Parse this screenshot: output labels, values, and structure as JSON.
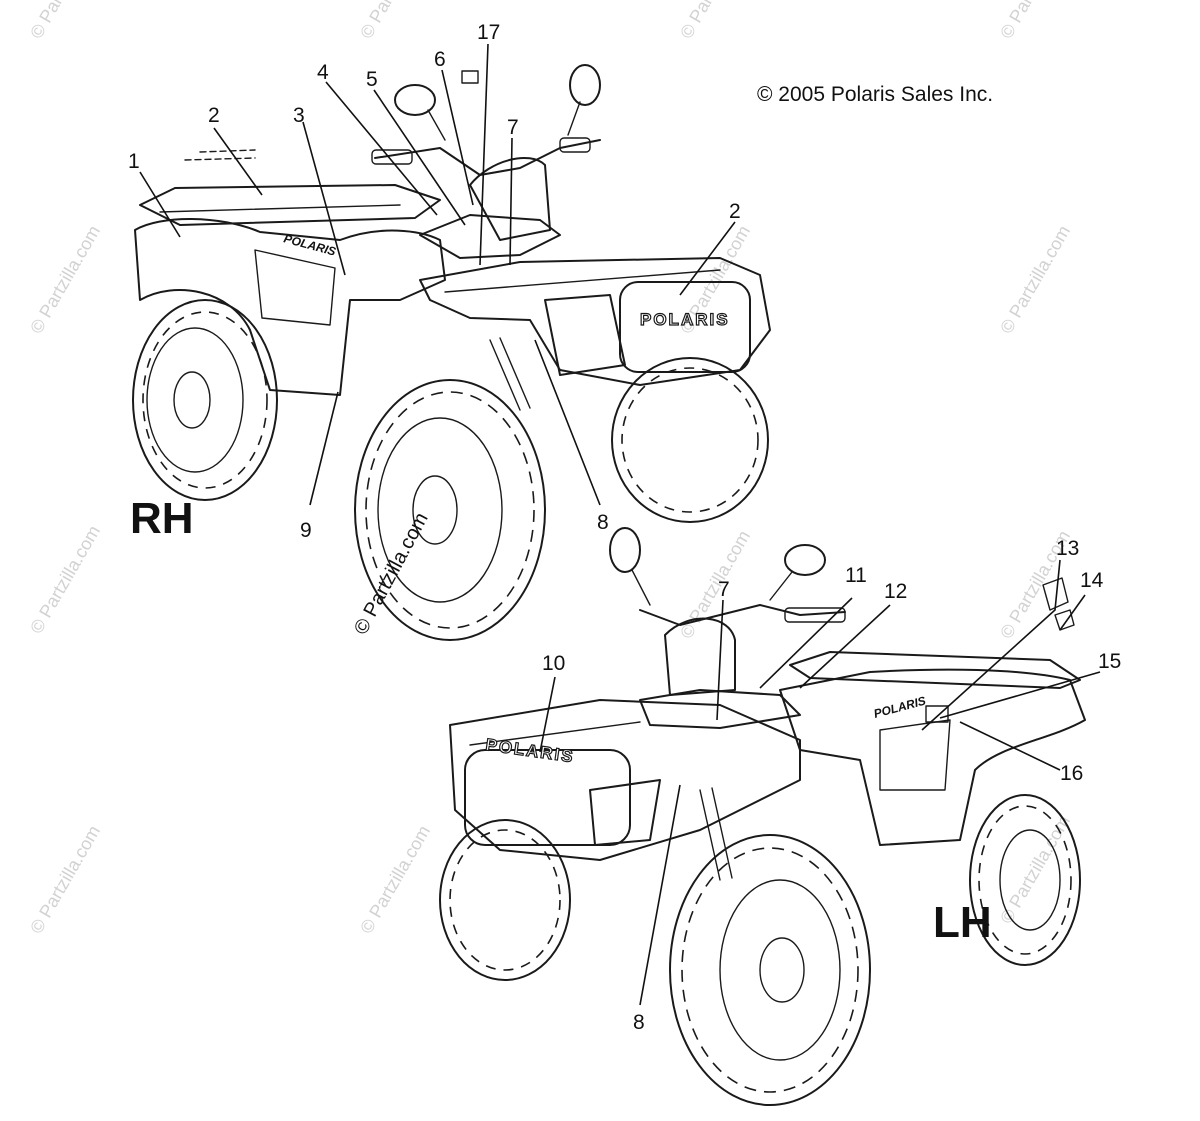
{
  "copyright": "© 2005 Polaris Sales Inc.",
  "views": {
    "rh_label": "RH",
    "lh_label": "LH"
  },
  "brand_text": "POLARIS",
  "watermark": "© Partzilla.com",
  "callouts": [
    {
      "id": "c1",
      "label": "1"
    },
    {
      "id": "c2a",
      "label": "2"
    },
    {
      "id": "c3",
      "label": "3"
    },
    {
      "id": "c4",
      "label": "4"
    },
    {
      "id": "c5",
      "label": "5"
    },
    {
      "id": "c6",
      "label": "6"
    },
    {
      "id": "c17",
      "label": "17"
    },
    {
      "id": "c7a",
      "label": "7"
    },
    {
      "id": "c2b",
      "label": "2"
    },
    {
      "id": "c9",
      "label": "9"
    },
    {
      "id": "c8a",
      "label": "8"
    },
    {
      "id": "c7b",
      "label": "7"
    },
    {
      "id": "c11",
      "label": "11"
    },
    {
      "id": "c12",
      "label": "12"
    },
    {
      "id": "c13",
      "label": "13"
    },
    {
      "id": "c14",
      "label": "14"
    },
    {
      "id": "c15",
      "label": "15"
    },
    {
      "id": "c16",
      "label": "16"
    },
    {
      "id": "c10",
      "label": "10"
    },
    {
      "id": "c8b",
      "label": "8"
    }
  ]
}
